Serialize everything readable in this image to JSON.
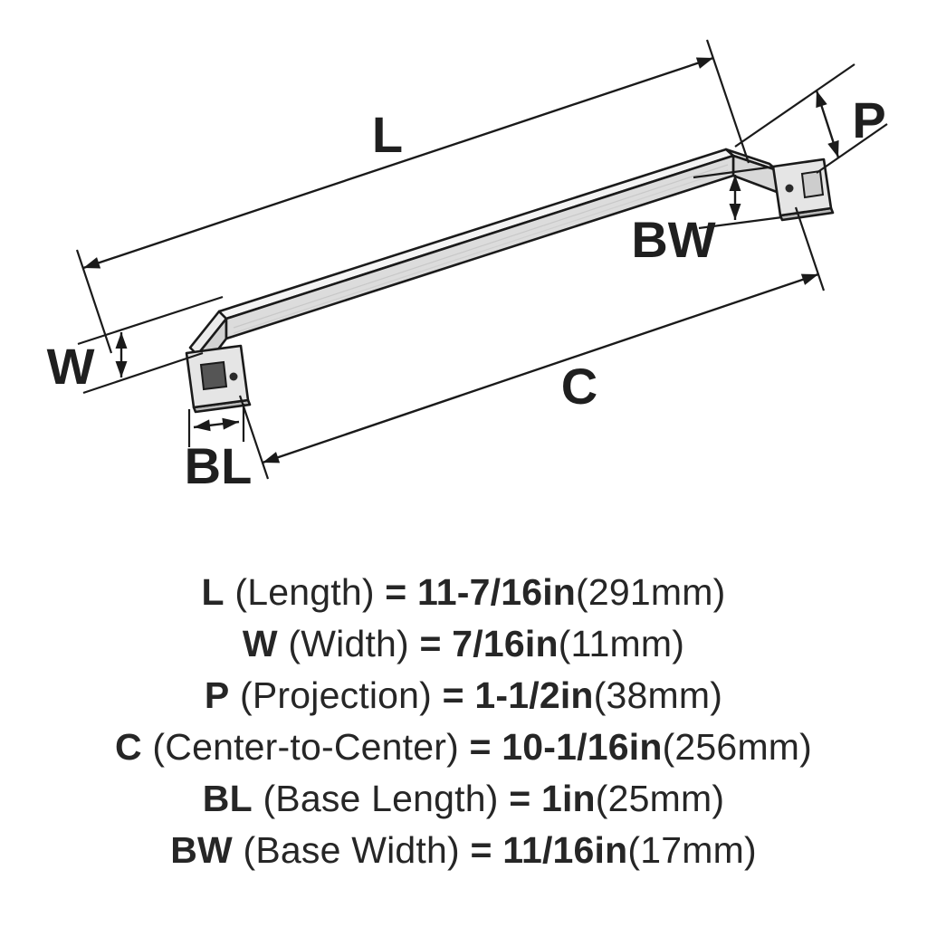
{
  "diagram": {
    "labels": {
      "L": "L",
      "W": "W",
      "P": "P",
      "C": "C",
      "BL": "BL",
      "BW": "BW"
    }
  },
  "specs": [
    {
      "label": "L",
      "name": "(Length)",
      "eq": "=",
      "value": "11-7/16in",
      "metric": "(291mm)"
    },
    {
      "label": "W",
      "name": "(Width)",
      "eq": "=",
      "value": "7/16in",
      "metric": "(11mm)"
    },
    {
      "label": "P",
      "name": "(Projection)",
      "eq": "=",
      "value": "1-1/2in",
      "metric": "(38mm)"
    },
    {
      "label": "C",
      "name": "(Center-to-Center)",
      "eq": "=",
      "value": "10-1/16in",
      "metric": "(256mm)"
    },
    {
      "label": "BL",
      "name": "(Base Length)",
      "eq": "=",
      "value": "1in",
      "metric": "(25mm)"
    },
    {
      "label": "BW",
      "name": "(Base Width)",
      "eq": "=",
      "value": "11/16in",
      "metric": "(17mm)"
    }
  ],
  "colors": {
    "line": "#1a1a1a",
    "text": "#262626",
    "metal_light": "#f4f4f4",
    "metal_mid": "#dcdcdc",
    "metal_dark": "#b9b9b9",
    "inset_dark": "#555555",
    "background": "#ffffff"
  }
}
